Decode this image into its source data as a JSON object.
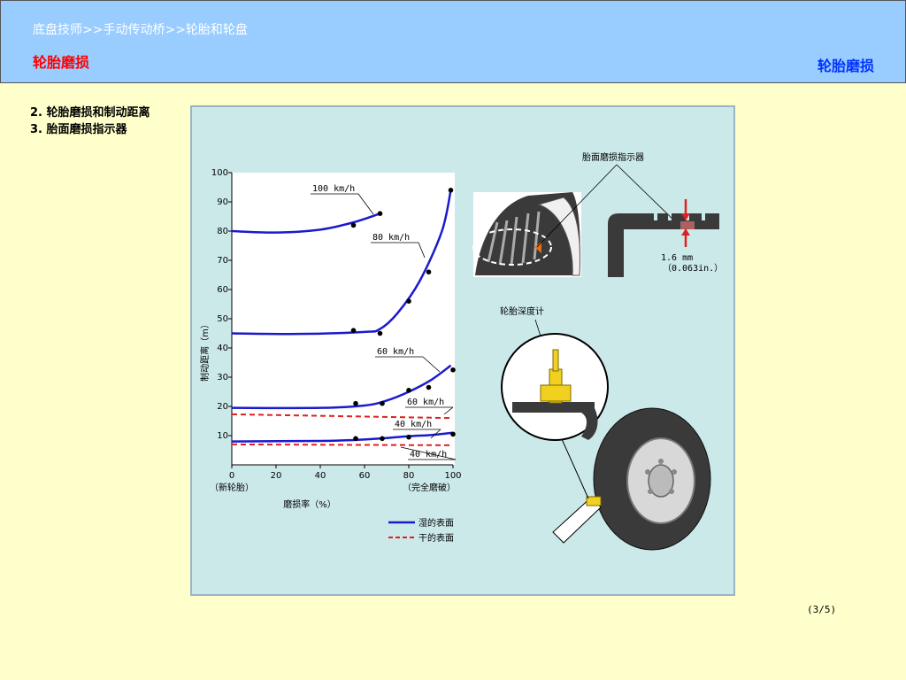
{
  "header": {
    "breadcrumb": "底盘技师>>手动传动桥>>轮胎和轮盘",
    "page_title": "轮胎磨损",
    "section_title": "轮胎磨损"
  },
  "topics": [
    "2. 轮胎磨损和制动距离",
    "3. 胎面磨损指示器"
  ],
  "figure": {
    "indicator_label": "胎面磨损指示器",
    "depth_value": "1.6 mm",
    "depth_value_in": "（0.063in.）",
    "gauge_label": "轮胎深度计"
  },
  "pagination": "(3/5)",
  "colors": {
    "wet": "#1a1acc",
    "dry": "#e02020",
    "header_bg": "#99ccff",
    "page_bg": "#ffffcc"
  },
  "chart_data": {
    "type": "line",
    "xlabel": "磨损率（%）",
    "ylabel": "制动距离（m）",
    "x_ticks": [
      0,
      20,
      40,
      60,
      80,
      100
    ],
    "y_ticks": [
      10,
      20,
      30,
      40,
      50,
      60,
      70,
      80,
      90,
      100
    ],
    "x_start_note": "（新轮胎）",
    "x_end_note": "（完全磨破）",
    "xlim": [
      0,
      100
    ],
    "ylim": [
      0,
      100
    ],
    "legend": {
      "wet": "湿的表面",
      "dry": "干的表面"
    },
    "series": [
      {
        "name": "100 km/h",
        "surface": "wet",
        "x": [
          0,
          20,
          40,
          55,
          67
        ],
        "y": [
          80,
          79.5,
          80.5,
          83,
          86
        ]
      },
      {
        "name": "80 km/h",
        "surface": "wet",
        "x": [
          0,
          30,
          60,
          67,
          75,
          85,
          95,
          99
        ],
        "y": [
          45,
          44.8,
          45.5,
          46.5,
          52,
          63,
          80,
          94
        ]
      },
      {
        "name": "60 km/h",
        "surface": "wet",
        "x": [
          0,
          40,
          60,
          70,
          80,
          90,
          99
        ],
        "y": [
          19.5,
          19.5,
          20.3,
          22,
          25,
          29,
          34
        ]
      },
      {
        "name": "40 km/h",
        "surface": "wet",
        "x": [
          0,
          40,
          55,
          67,
          80,
          90,
          100
        ],
        "y": [
          8,
          8.2,
          8.5,
          9,
          9.8,
          10.2,
          11
        ]
      },
      {
        "name": "60 km/h",
        "surface": "dry",
        "x": [
          0,
          100
        ],
        "y": [
          17.3,
          16
        ]
      },
      {
        "name": "40 km/h",
        "surface": "dry",
        "x": [
          0,
          100
        ],
        "y": [
          7,
          6.7
        ]
      }
    ],
    "points": [
      {
        "x": 55,
        "y": 82
      },
      {
        "x": 67,
        "y": 86
      },
      {
        "x": 55,
        "y": 46
      },
      {
        "x": 67,
        "y": 45
      },
      {
        "x": 80,
        "y": 56
      },
      {
        "x": 89,
        "y": 66
      },
      {
        "x": 99,
        "y": 94
      },
      {
        "x": 56,
        "y": 21
      },
      {
        "x": 68,
        "y": 21
      },
      {
        "x": 80,
        "y": 25.5
      },
      {
        "x": 89,
        "y": 26.5
      },
      {
        "x": 100,
        "y": 32.5
      },
      {
        "x": 56,
        "y": 9
      },
      {
        "x": 68,
        "y": 9
      },
      {
        "x": 80,
        "y": 9.5
      },
      {
        "x": 100,
        "y": 10.5
      }
    ]
  }
}
